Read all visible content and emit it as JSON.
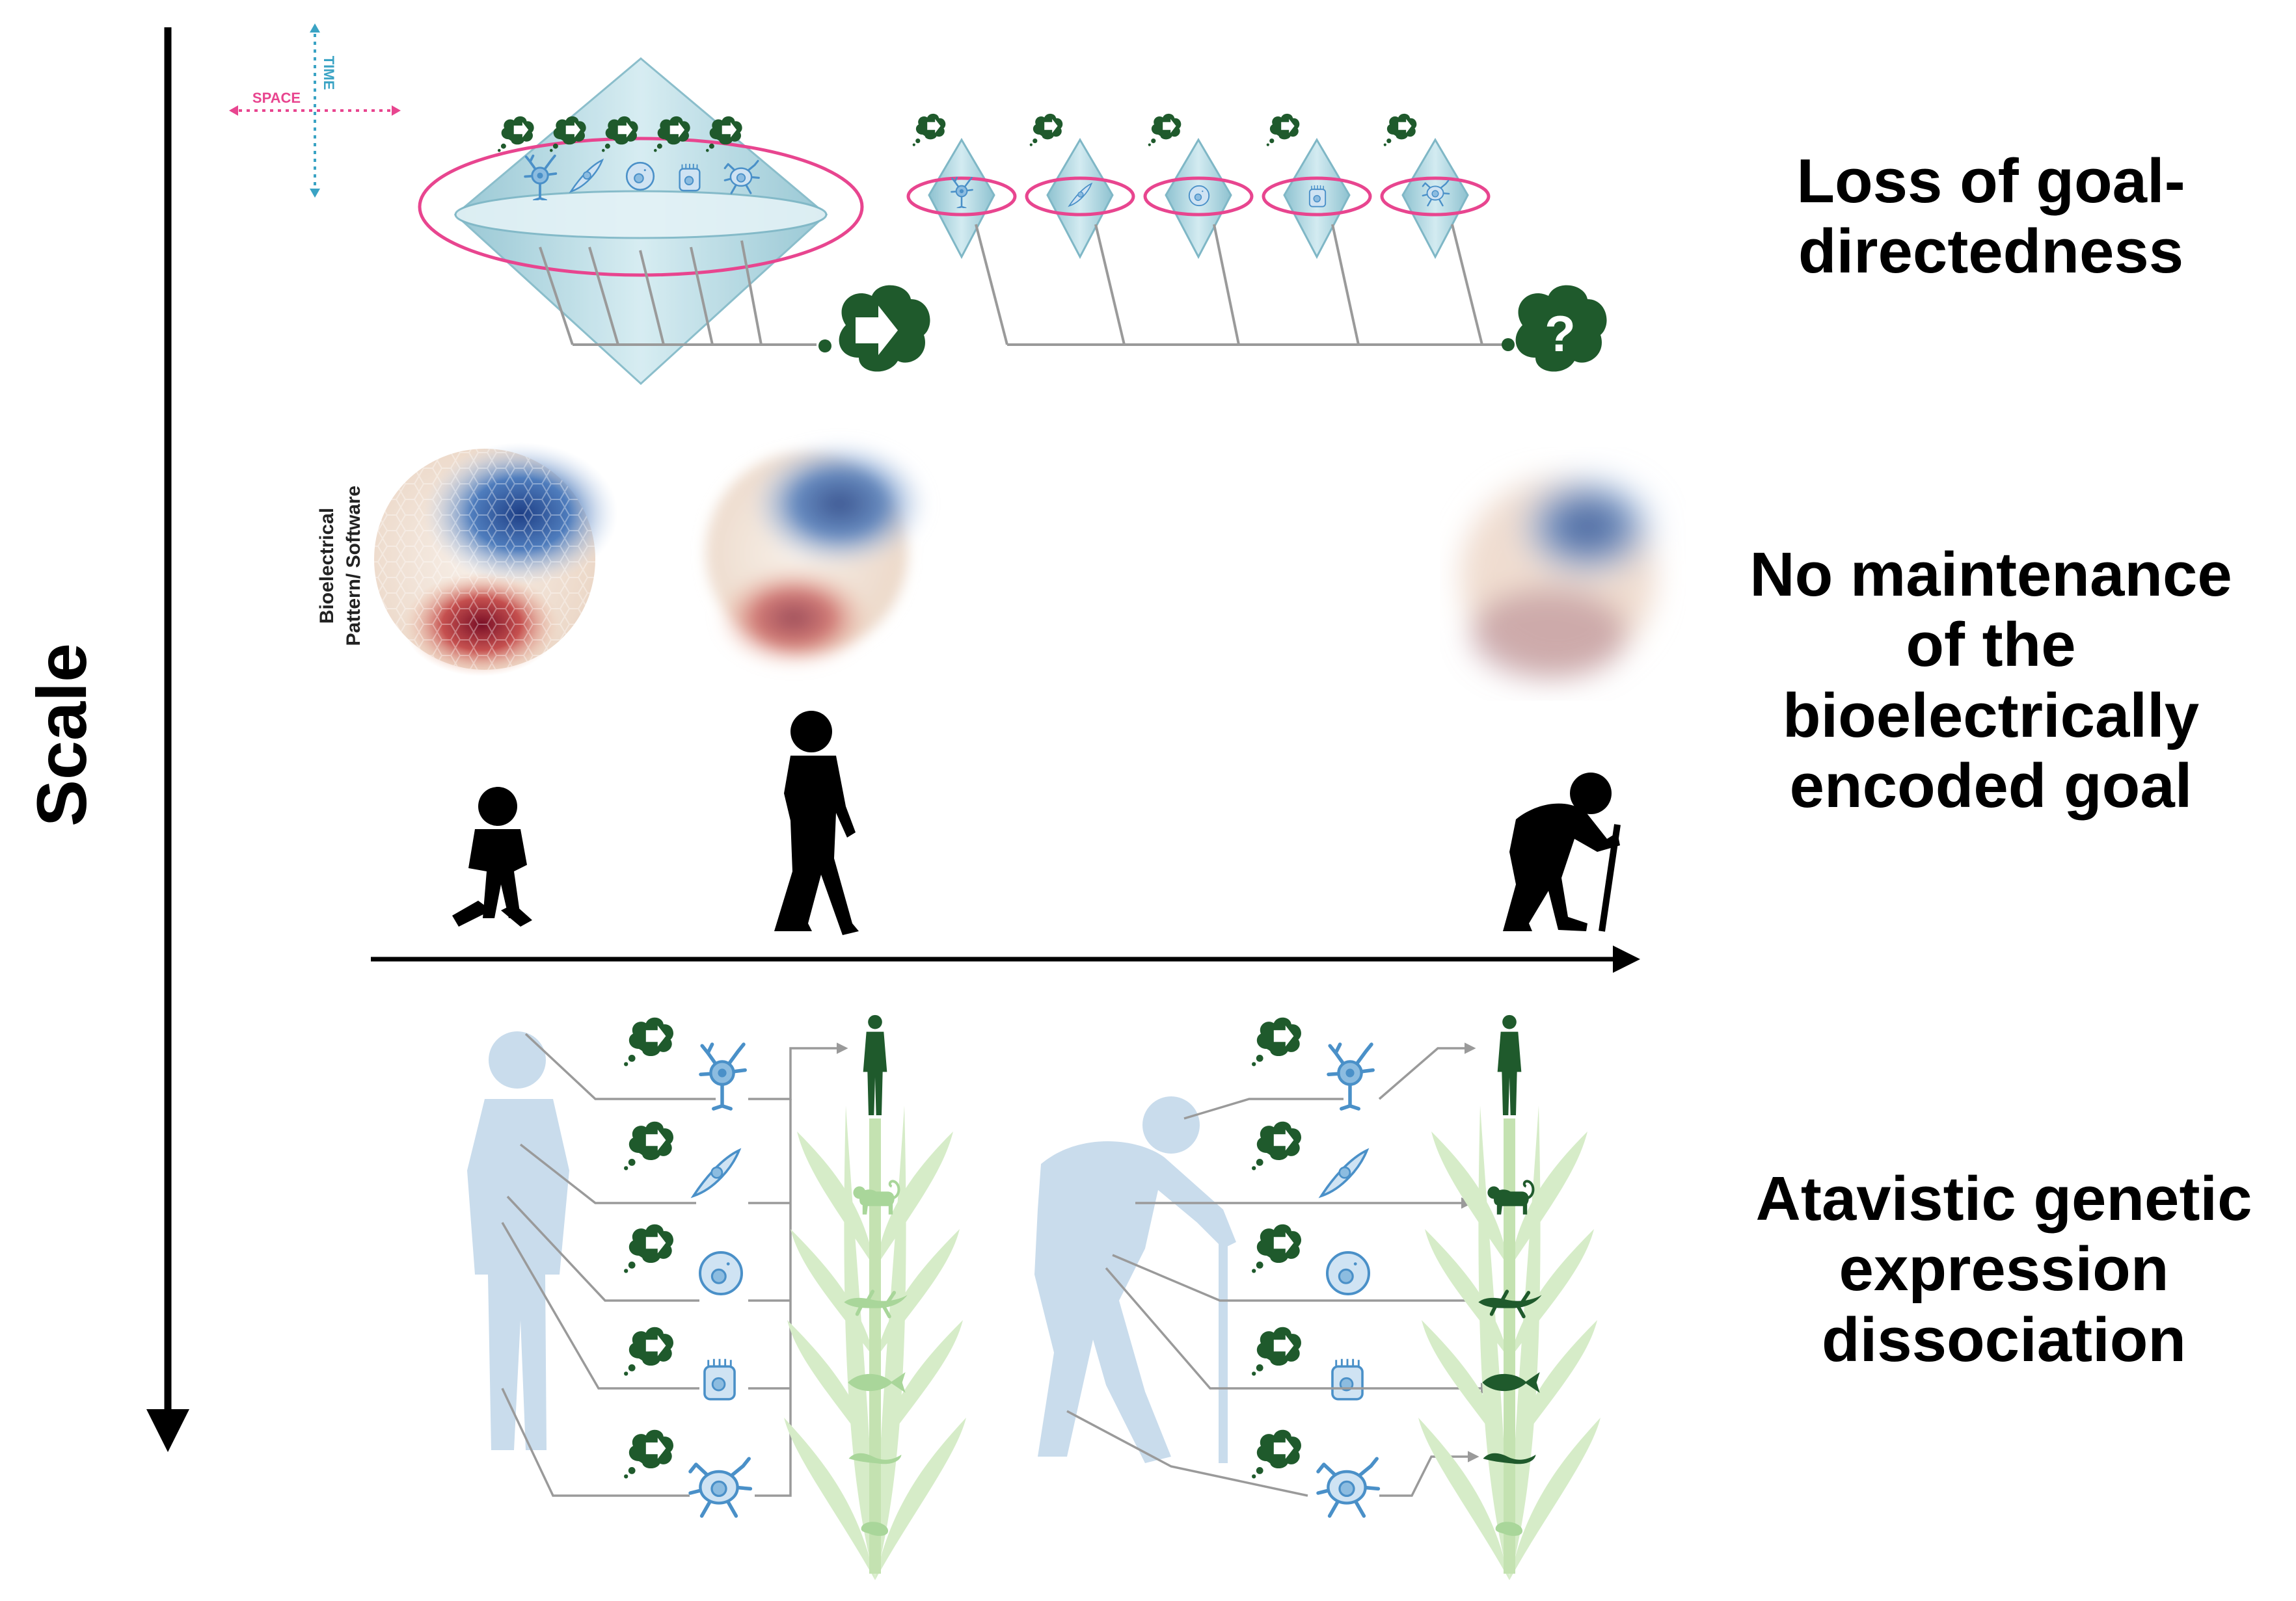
{
  "axis": {
    "label": "Scale"
  },
  "legend": {
    "space": "SPACE",
    "time": "TIME"
  },
  "rows": [
    {
      "id": "goal",
      "lines": [
        "Loss of goal-",
        "directedness"
      ]
    },
    {
      "id": "bioelectric",
      "lines": [
        "No maintenance",
        "of the",
        "bioelectrically",
        "encoded goal"
      ]
    },
    {
      "id": "atavistic",
      "lines": [
        "Atavistic genetic",
        "expression",
        "dissociation"
      ]
    }
  ],
  "bioelectric_panel": {
    "label_line1": "Bioelectrical",
    "label_line2": "Pattern/ Software"
  },
  "colors": {
    "cone": "#a8d3de",
    "cone_edge": "#7fb7c6",
    "ring": "#e8458f",
    "thought_cloud": "#1f5a2c",
    "cell_icon": "#4a90c8",
    "human_light": "#c9dcec",
    "evolution_tree": "#d6ecc8",
    "animal": "#1f5a2c",
    "silhouette": "#000000",
    "hyperpolarized": "#1e4f9c",
    "depolarized": "#8b1a2a"
  },
  "icons": [
    "thought-cloud-icon",
    "neuron-icon",
    "spindle-cell-icon",
    "round-cell-icon",
    "jar-cell-icon",
    "glial-cell-icon",
    "arrow-right-icon",
    "question-mark-icon",
    "child-silhouette-icon",
    "adult-silhouette-icon",
    "elder-silhouette-icon",
    "monkey-icon",
    "lizard-icon",
    "fish-icon",
    "worm-icon",
    "embryo-icon"
  ]
}
